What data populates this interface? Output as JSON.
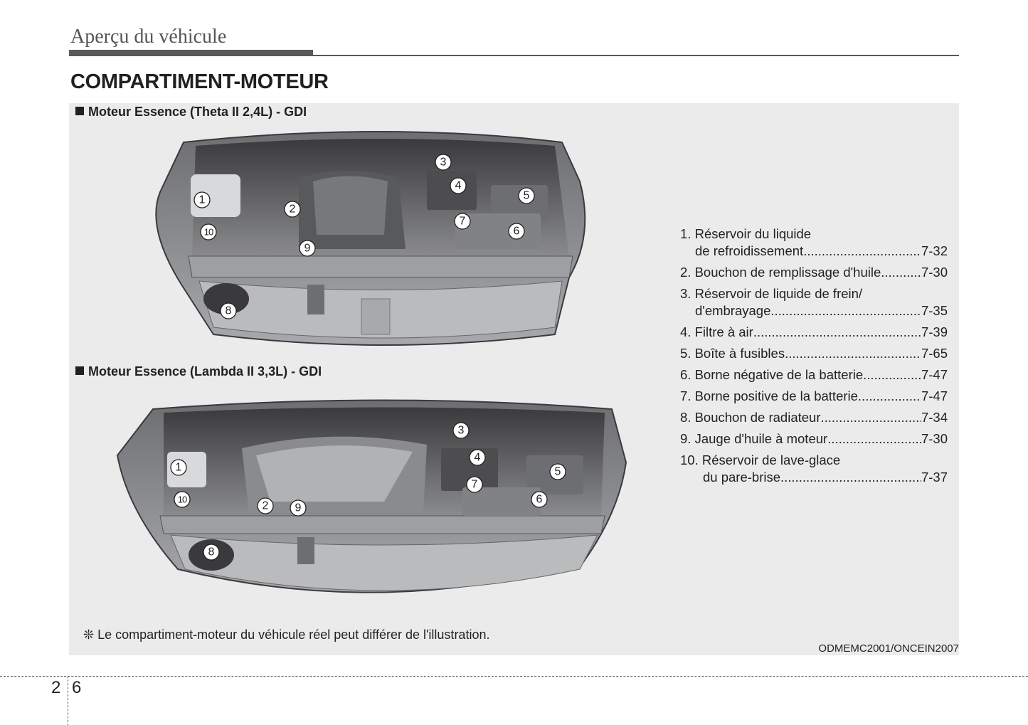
{
  "header": {
    "section_title": "Aperçu du véhicule"
  },
  "page_heading": "COMPARTIMENT-MOTEUR",
  "figures": [
    {
      "subtitle": "Moteur Essence (Theta II 2,4L) - GDI",
      "callouts": [
        "1",
        "2",
        "3",
        "4",
        "5",
        "6",
        "7",
        "8",
        "9",
        "10"
      ]
    },
    {
      "subtitle": "Moteur Essence (Lambda II 3,3L) - GDI",
      "callouts": [
        "1",
        "2",
        "3",
        "4",
        "5",
        "6",
        "7",
        "8",
        "9",
        "10"
      ]
    }
  ],
  "legend": [
    {
      "num": "1.",
      "line1": "Réservoir du liquide",
      "line2": "de refroidissement ",
      "page": "7-32"
    },
    {
      "num": "2.",
      "line1": "Bouchon de remplissage d'huile",
      "page": "7-30"
    },
    {
      "num": "3.",
      "line1": "Réservoir de liquide de frein/",
      "line2": "d'embrayage ",
      "page": "7-35"
    },
    {
      "num": "4.",
      "line1": "Filtre à air",
      "page": "7-39"
    },
    {
      "num": "5.",
      "line1": "Boîte à fusibles ",
      "page": "7-65"
    },
    {
      "num": "6.",
      "line1": "Borne négative de la batterie ",
      "page": "7-47"
    },
    {
      "num": "7.",
      "line1": "Borne positive de la batterie",
      "page": "7-47"
    },
    {
      "num": "8.",
      "line1": "Bouchon de radiateur ",
      "page": "7-34"
    },
    {
      "num": "9.",
      "line1": "Jauge d'huile à moteur ",
      "page": "7-30"
    },
    {
      "num": "10.",
      "line1": "Réservoir de lave-glace",
      "line2": "du pare-brise",
      "page": "7-37"
    }
  ],
  "note": "❊ Le compartiment-moteur du véhicule réel peut différer de l'illustration.",
  "image_code": "ODMEMC2001/ONCEIN2007",
  "footer": {
    "chapter": "2",
    "page": "6"
  }
}
